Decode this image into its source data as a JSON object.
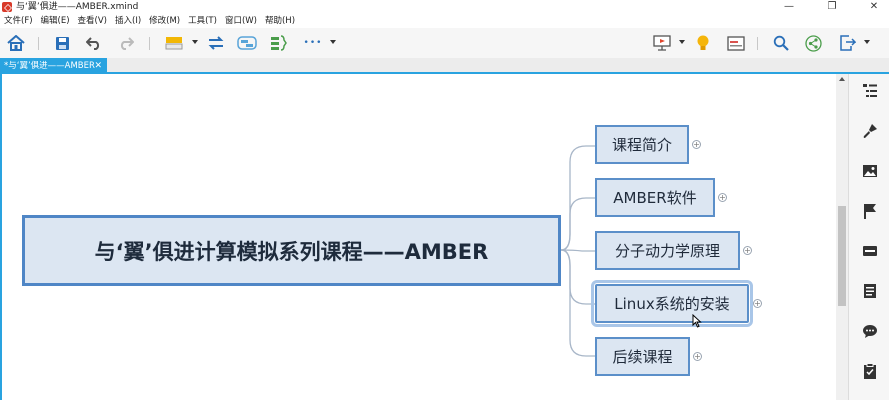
{
  "window": {
    "title": "与‘翼’俱进——AMBER.xmind",
    "minimize_glyph": "—",
    "restore_glyph": "❐",
    "close_glyph": "✕"
  },
  "menu": [
    {
      "label": "文件(F)"
    },
    {
      "label": "编辑(E)"
    },
    {
      "label": "查看(V)"
    },
    {
      "label": "插入(I)"
    },
    {
      "label": "修改(M)"
    },
    {
      "label": "工具(T)"
    },
    {
      "label": "窗口(W)"
    },
    {
      "label": "帮助(H)"
    }
  ],
  "toolbar": {
    "icons": [
      "home-icon",
      "save-icon",
      "undo-icon",
      "redo-icon",
      "topic-style-icon",
      "relationship-icon",
      "boundary-icon",
      "summary-icon",
      "more-icon",
      "presentation-icon",
      "idea-icon",
      "outline-icon",
      "search-icon",
      "share-icon",
      "export-icon"
    ],
    "more_glyph": "•••"
  },
  "tab": {
    "label": "*与‘翼’俱进——AMBER",
    "close_glyph": "✕"
  },
  "mindmap": {
    "central_topic": "与‘翼’俱进计算模拟系列课程——AMBER",
    "subtopics": [
      {
        "label": "课程简介"
      },
      {
        "label": "AMBER软件"
      },
      {
        "label": "分子动力学原理"
      },
      {
        "label": "Linux系统的安装",
        "selected": true
      },
      {
        "label": "后续课程"
      }
    ],
    "expand_glyph": "+",
    "colors": {
      "node_fill": "#dce6f2",
      "node_border": "#5b8fc9",
      "accent": "#29a3e0"
    }
  },
  "right_panel": {
    "icons": [
      "outline-view-icon",
      "format-brush-icon",
      "image-icon",
      "marker-flag-icon",
      "label-icon",
      "notes-icon",
      "comment-icon",
      "task-icon"
    ]
  }
}
